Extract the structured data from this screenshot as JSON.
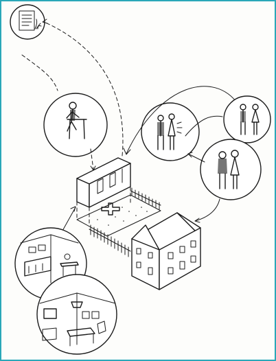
{
  "illustration": {
    "style": "hand-drawn black ink sketch",
    "border_color": "#2aa7b8",
    "scenes": [
      "document-with-plant-icon",
      "person-building-furniture",
      "conversation-group",
      "two-people-standing",
      "couple-standing",
      "modular-cabin-unit",
      "fenced-garden-plot-with-cross",
      "two-storey-house",
      "kitchen-interior",
      "living-room-interior"
    ]
  }
}
